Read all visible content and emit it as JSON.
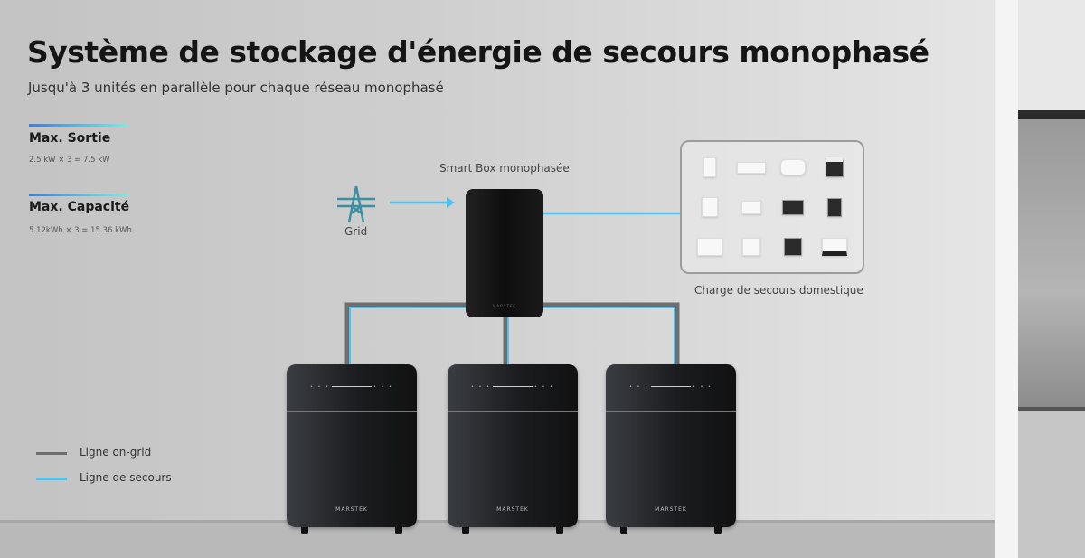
{
  "header": {
    "title": "Système de stockage d'énergie de secours monophasé",
    "subtitle": "Jusqu'à 3 unités en parallèle pour chaque réseau monophasé"
  },
  "specs": [
    {
      "label": "Max. Sortie",
      "value": "2.5 kW × 3 = 7.5 kW"
    },
    {
      "label": "Max. Capacité",
      "value": "5.12kWh × 3 = 15.36 kWh"
    }
  ],
  "legend": [
    {
      "label": "Ligne on-grid",
      "color": "#6e6e6e"
    },
    {
      "label": "Ligne de secours",
      "color": "#4fc3ef"
    }
  ],
  "diagram": {
    "grid_label": "Grid",
    "grid_icon": "power-tower-icon",
    "smartbox_label": "Smart Box monophasée",
    "load_label": "Charge de secours domestique",
    "brand": "MARSTEK",
    "battery_count": 3,
    "appliances": [
      "refrigerator",
      "air-conditioner",
      "water-heater",
      "oven",
      "washing-machine",
      "router",
      "monitor",
      "tablet",
      "desktop-computer",
      "coffee-machine",
      "microwave",
      "printer"
    ]
  },
  "colors": {
    "backup_line": "#4fc3ef",
    "ongrid_line": "#6e6e6e",
    "grid_icon": "#3b8fa0"
  }
}
